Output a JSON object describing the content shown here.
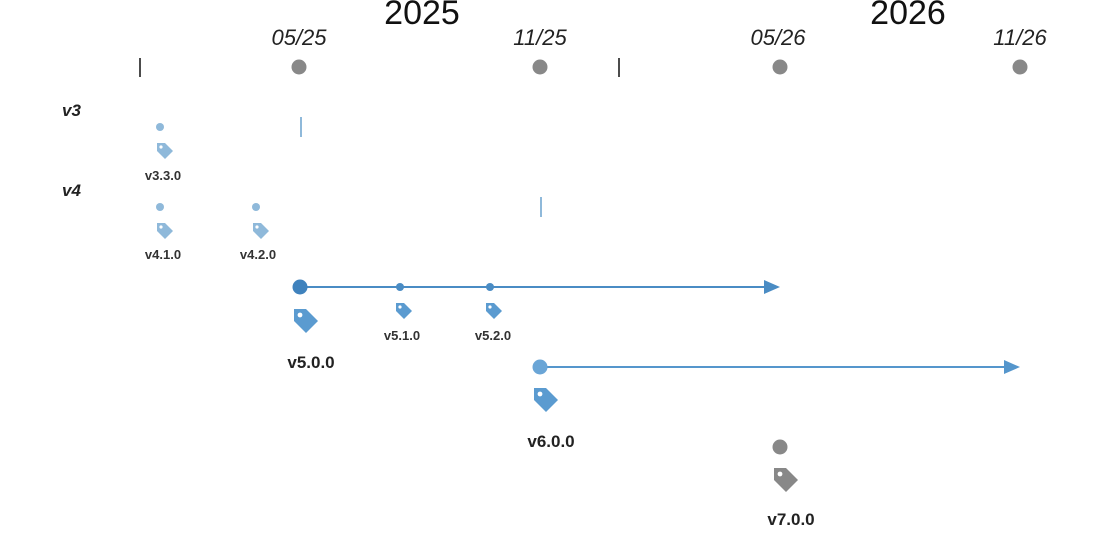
{
  "timeline": {
    "years": [
      {
        "label": "2025"
      },
      {
        "label": "2026"
      }
    ],
    "dates": [
      {
        "label": "05/25"
      },
      {
        "label": "11/25"
      },
      {
        "label": "05/26"
      },
      {
        "label": "11/26"
      }
    ]
  },
  "branches": [
    {
      "label": "v3",
      "status": "ended",
      "color": "#8fb9da",
      "releases": [
        {
          "label": "v3.3.0"
        }
      ]
    },
    {
      "label": "v4",
      "status": "ended",
      "color": "#8fb9da",
      "releases": [
        {
          "label": "v4.1.0"
        },
        {
          "label": "v4.2.0"
        }
      ]
    },
    {
      "label": "",
      "status": "active",
      "color": "#4a8cc4",
      "major": "v5.0.0",
      "releases": [
        {
          "label": "v5.1.0"
        },
        {
          "label": "v5.2.0"
        }
      ]
    },
    {
      "label": "",
      "status": "active",
      "color": "#5596cc",
      "major": "v6.0.0",
      "releases": []
    },
    {
      "label": "",
      "status": "planned",
      "color": "#888888",
      "major": "v7.0.0",
      "releases": []
    }
  ],
  "colors": {
    "axis": "#111111",
    "marker": "#888888",
    "tag_light": "#8fb9da",
    "tag_mid": "#4a8cc4",
    "tag_gray": "#888888"
  },
  "icons": {
    "release": "tag-icon"
  }
}
